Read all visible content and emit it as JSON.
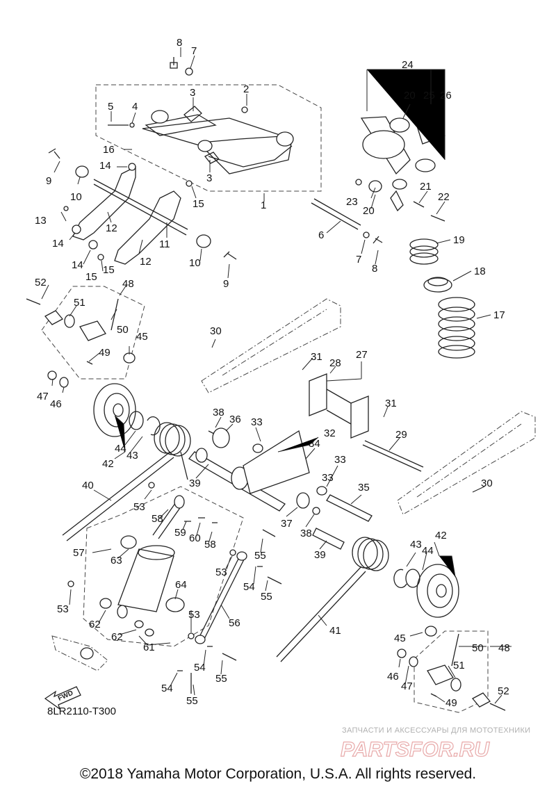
{
  "diagram": {
    "code": "8LR2110-T300",
    "fwd_label": "FWD",
    "callouts": [
      "1",
      "2",
      "3",
      "3",
      "4",
      "5",
      "6",
      "7",
      "7",
      "8",
      "8",
      "9",
      "9",
      "10",
      "10",
      "11",
      "12",
      "12",
      "13",
      "14",
      "14",
      "14",
      "15",
      "15",
      "15",
      "16",
      "17",
      "18",
      "19",
      "20",
      "20",
      "21",
      "22",
      "23",
      "24",
      "25",
      "26",
      "27",
      "28",
      "29",
      "30",
      "30",
      "31",
      "31",
      "32",
      "33",
      "33",
      "33",
      "34",
      "35",
      "36",
      "37",
      "38",
      "38",
      "39",
      "39",
      "40",
      "41",
      "42",
      "42",
      "43",
      "43",
      "44",
      "44",
      "45",
      "45",
      "46",
      "46",
      "47",
      "47",
      "48",
      "48",
      "49",
      "49",
      "50",
      "50",
      "51",
      "51",
      "52",
      "52",
      "53",
      "53",
      "53",
      "53",
      "54",
      "54",
      "54",
      "55",
      "55",
      "55",
      "55",
      "56",
      "57",
      "58",
      "58",
      "59",
      "60",
      "61",
      "62",
      "62",
      "63",
      "64"
    ]
  },
  "watermark": {
    "tagline": "ЗАПЧАСТИ И АКСЕССУАРЫ ДЛЯ МОТОТЕХНИКИ",
    "brand": "PARTSFOR.RU"
  },
  "footer": {
    "copyright": "©2018 Yamaha Motor Corporation, U.S.A. All rights reserved."
  }
}
